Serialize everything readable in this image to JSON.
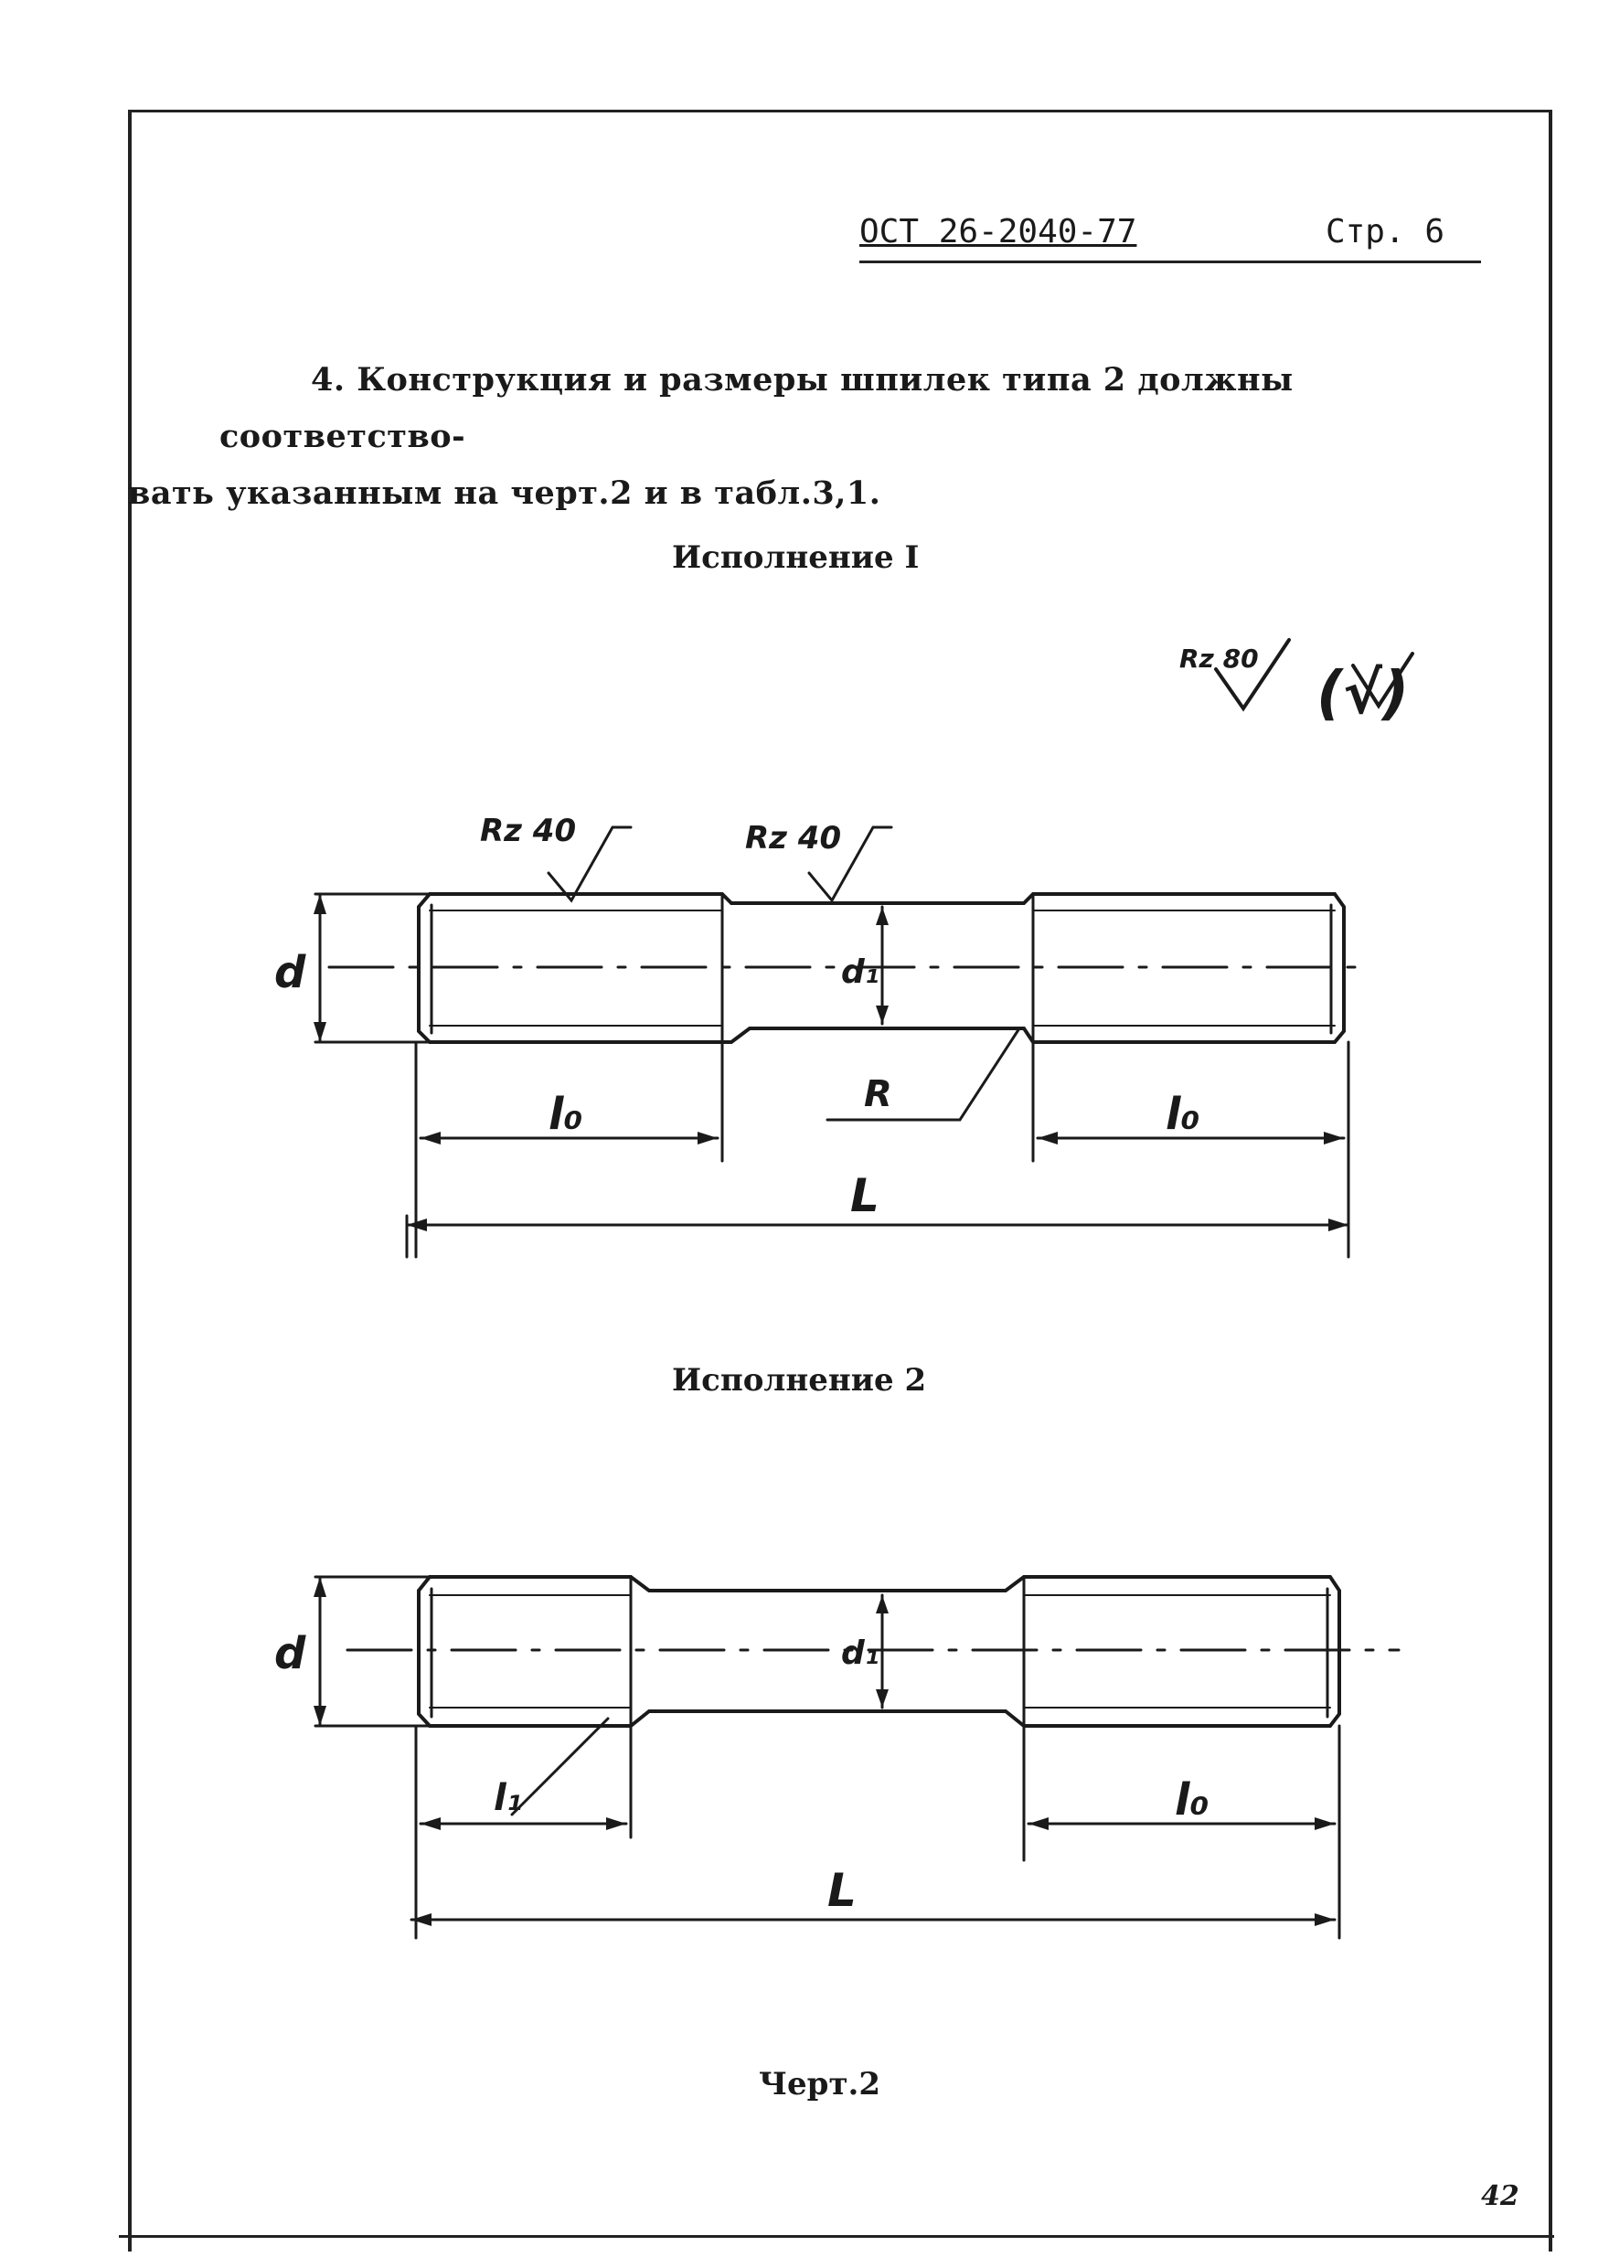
{
  "header": {
    "doc_number": "ОСТ 26-2040-77",
    "page_label": "Стр. 6"
  },
  "paragraph": {
    "line1": "4. Конструкция и размеры шпилек типа 2 должны соответство-",
    "line2": "вать указанным на черт.2 и в табл.3,1."
  },
  "variant1": {
    "caption": "Исполнение I",
    "roughness_general": "Rz 80",
    "roughness_general_paren": "(√)",
    "roughness_left": "Rz 40",
    "roughness_mid": "Rz 40",
    "dim_d": "d",
    "dim_d1": "d₁",
    "dim_R": "R",
    "dim_l0_left": "l₀",
    "dim_l0_right": "l₀",
    "dim_L": "L"
  },
  "variant2": {
    "caption": "Исполнение 2",
    "dim_d": "d",
    "dim_d1": "d₁",
    "dim_l1": "l₁",
    "dim_l0": "l₀",
    "dim_L": "L"
  },
  "figure_caption": "Черт.2",
  "page_number": "42"
}
